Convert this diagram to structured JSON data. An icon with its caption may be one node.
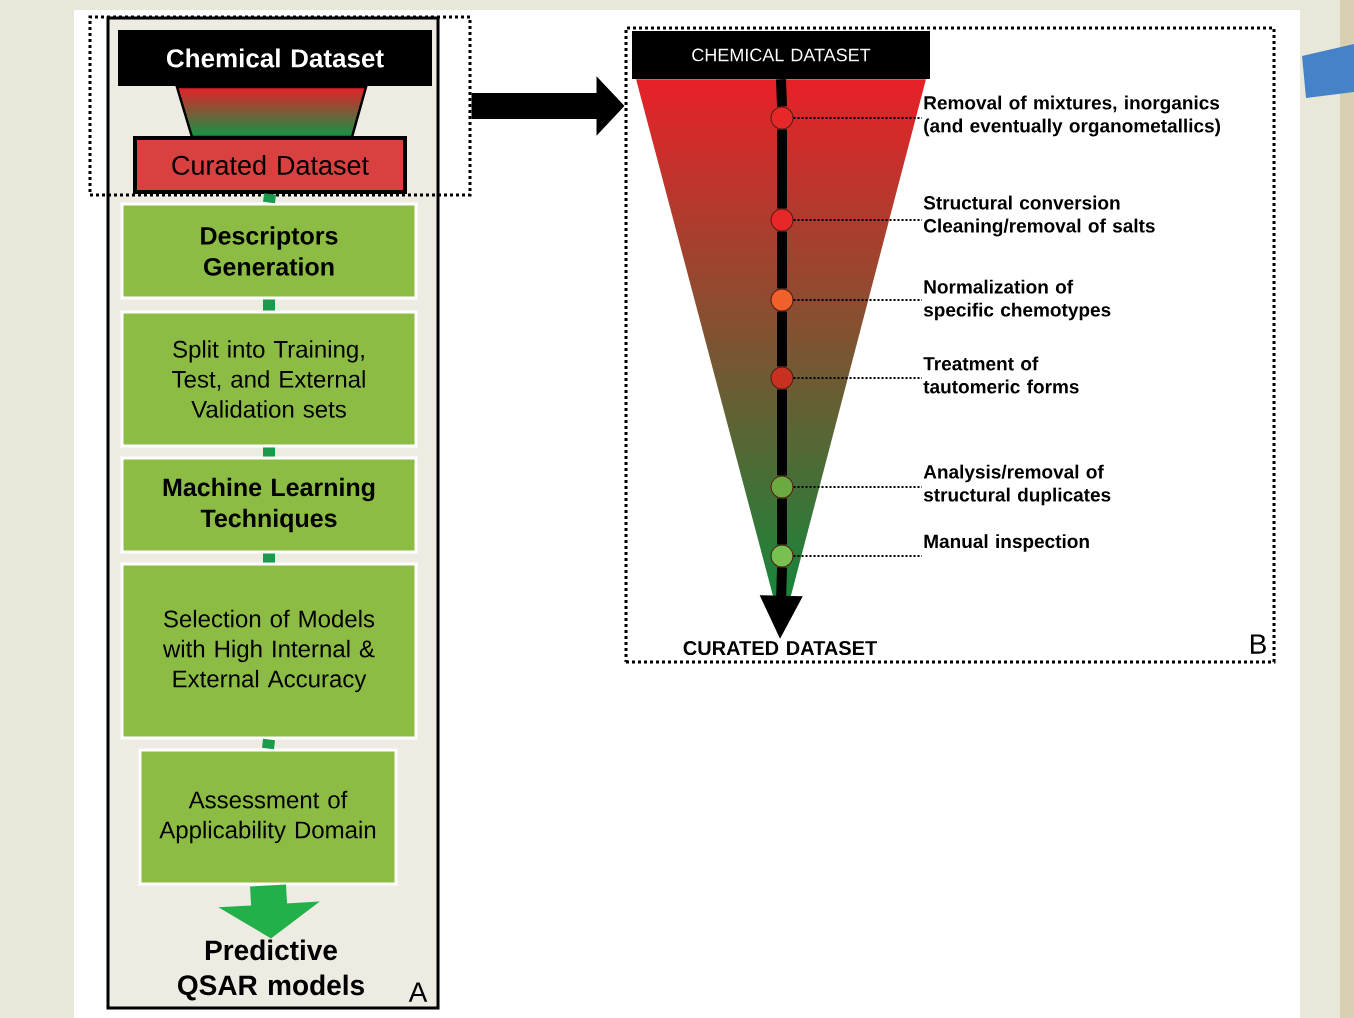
{
  "diagram": {
    "nodes": [
      {
        "text": [],
        "shape": "box"
      },
      {
        "text": [],
        "shape": "box"
      },
      {
        "text": [
          "Chemical Dataset"
        ],
        "in": 1
      },
      {
        "text": [
          "Curated Dataset"
        ],
        "in": 1
      },
      {
        "text": [
          "Descriptors Generation"
        ],
        "in": 0
      },
      {
        "text": [
          "Split into Training, Test, and External Validation sets"
        ],
        "in": 0
      },
      {
        "text": [
          "Machine Learning Techniques"
        ],
        "in": 0
      },
      {
        "text": [
          "Selection of Models with High Internal & External Accuracy"
        ],
        "in": 0
      },
      {
        "text": [
          "Assessment of Applicability Domain"
        ],
        "in": 0
      },
      {
        "text": [
          "Predictive QSAR models"
        ],
        "in": 0
      },
      {
        "text": [],
        "shape": "box"
      },
      {
        "text": [
          "CHEMICAL DATASET"
        ],
        "in": 10
      },
      {
        "text": [],
        "shape": "circle",
        "in": 10
      },
      {
        "text": [],
        "shape": "circle",
        "in": 10
      },
      {
        "text": [],
        "shape": "circle",
        "in": 10
      },
      {
        "text": [],
        "shape": "circle",
        "in": 10
      },
      {
        "text": [],
        "shape": "circle",
        "in": 10
      },
      {
        "text": [],
        "shape": "circle",
        "in": 10
      },
      {
        "text": [
          "Removal of mixtures, inorganics (and eventually organometallics)"
        ],
        "in": 10
      },
      {
        "text": [
          "Structural conversion Cleaning/removal of salts"
        ],
        "in": 10
      },
      {
        "text": [
          "Normalization of specific chemotypes"
        ],
        "in": 10
      },
      {
        "text": [
          "Treatment of tautomeric forms"
        ],
        "in": 10
      },
      {
        "text": [
          "Analysis/removal of structural duplicates"
        ],
        "in": 10
      },
      {
        "text": [
          "Manual inspection"
        ],
        "in": 10
      },
      {
        "text": [
          "CURATED DATASET"
        ],
        "in": 10
      }
    ],
    "edges": [
      {
        "from": 1,
        "to": 10,
        "arrow": "to",
        "style": "thick"
      },
      {
        "from": 3,
        "to": 4,
        "arrow": "none",
        "color": "#1a9a4a"
      },
      {
        "from": 4,
        "to": 5,
        "arrow": "none",
        "color": "#1a9a4a"
      },
      {
        "from": 5,
        "to": 6,
        "arrow": "none",
        "color": "#1a9a4a"
      },
      {
        "from": 6,
        "to": 7,
        "arrow": "none",
        "color": "#1a9a4a"
      },
      {
        "from": 7,
        "to": 8,
        "arrow": "none",
        "color": "#1a9a4a"
      },
      {
        "from": 8,
        "to": 9,
        "arrow": "to",
        "style": "thick",
        "color": "#22b04a"
      },
      {
        "from": 11,
        "to": 12,
        "arrow": "none"
      },
      {
        "from": 12,
        "to": 13,
        "arrow": "none"
      },
      {
        "from": 13,
        "to": 14,
        "arrow": "none"
      },
      {
        "from": 14,
        "to": 15,
        "arrow": "none"
      },
      {
        "from": 15,
        "to": 16,
        "arrow": "none"
      },
      {
        "from": 16,
        "to": 17,
        "arrow": "none"
      },
      {
        "from": 17,
        "to": 24,
        "arrow": "to"
      },
      {
        "from": 12,
        "to": 18,
        "arrow": "none",
        "style": "dashed"
      },
      {
        "from": 13,
        "to": 19,
        "arrow": "none",
        "style": "dashed"
      },
      {
        "from": 14,
        "to": 20,
        "arrow": "none",
        "style": "dashed"
      },
      {
        "from": 15,
        "to": 21,
        "arrow": "none",
        "style": "dashed"
      },
      {
        "from": 16,
        "to": 22,
        "arrow": "none",
        "style": "dashed"
      },
      {
        "from": 17,
        "to": 23,
        "arrow": "none",
        "style": "dashed"
      }
    ],
    "labels": [
      "A",
      "B"
    ]
  }
}
